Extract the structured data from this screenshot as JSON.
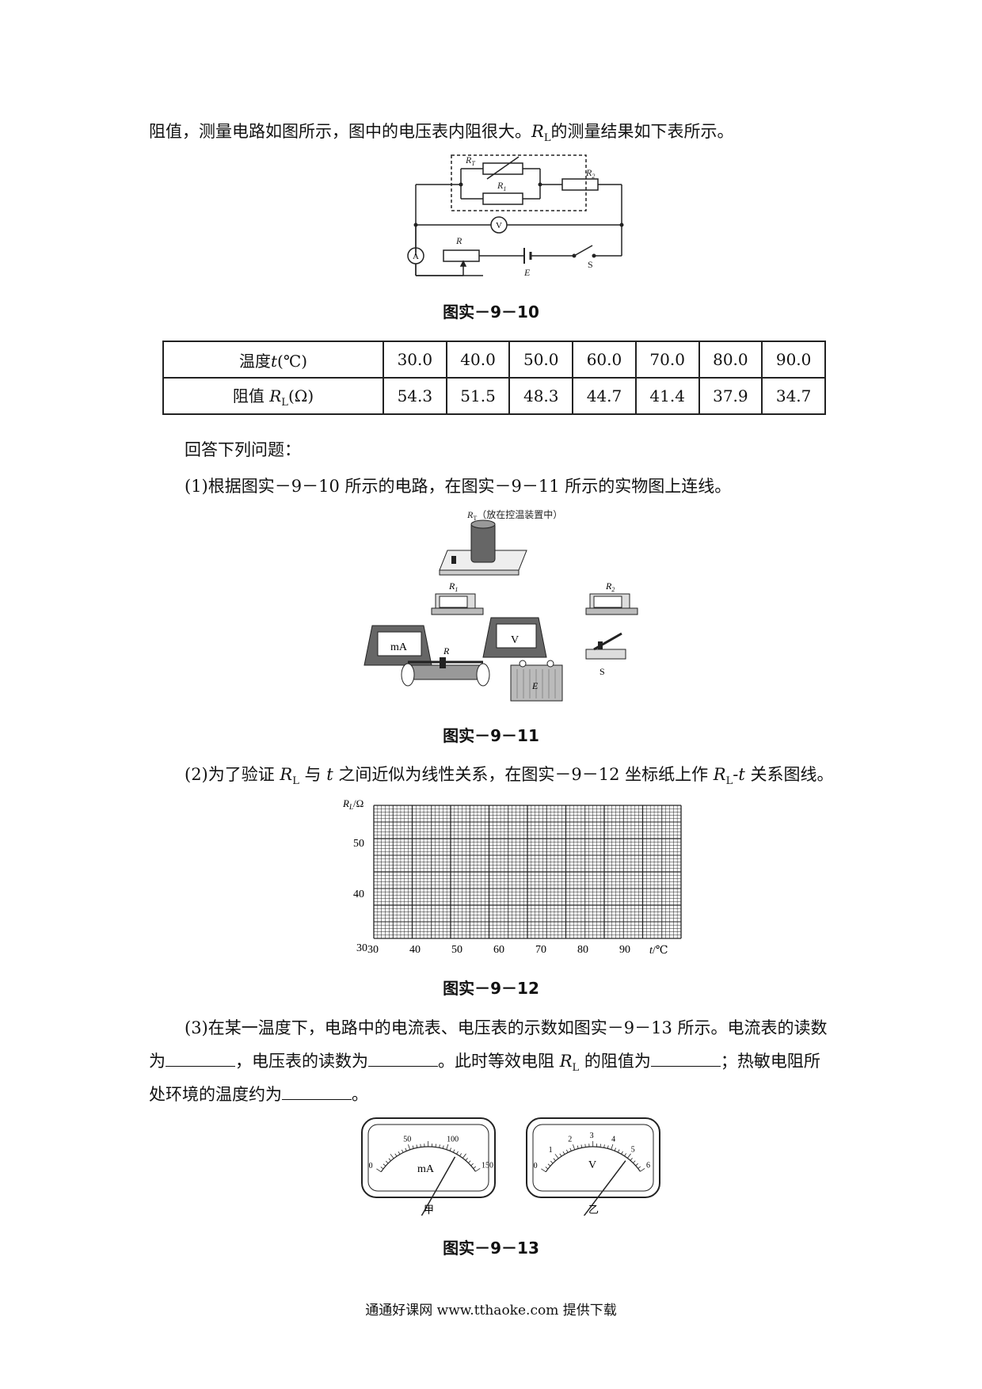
{
  "intro": {
    "text1": "阻值，测量电路如图所示，图中的电压表内阻很大。",
    "rl": "R",
    "sub": "L",
    "text2": "的测量结果如下表所示。"
  },
  "fig10": {
    "caption": "图实－9－10",
    "labels": {
      "rt": "R",
      "rt_sub": "T",
      "r1": "R",
      "r1_sub": "1",
      "r2": "R",
      "r2_sub": "2",
      "voltmeter": "V",
      "ammeter": "A",
      "rheostat": "R",
      "battery": "E",
      "switch": "S"
    }
  },
  "table": {
    "row1_label_pre": "温度",
    "row1_label_var": "t",
    "row1_label_post": "(℃)",
    "row2_label_pre": "阻值",
    "row2_label_var": "R",
    "row2_label_sub": "L",
    "row2_label_post": "(Ω)",
    "temps": [
      "30.0",
      "40.0",
      "50.0",
      "60.0",
      "70.0",
      "80.0",
      "90.0"
    ],
    "resistances": [
      "54.3",
      "51.5",
      "48.3",
      "44.7",
      "41.4",
      "37.9",
      "34.7"
    ]
  },
  "answer_prompt": "回答下列问题：",
  "q1": "(1)根据图实－9－10 所示的电路，在图实－9－11 所示的实物图上连线。",
  "fig11": {
    "caption": "图实－9－11",
    "rt_label": "R",
    "rt_sub": "T",
    "rt_note": "（放在控温装置中）",
    "r1": "R",
    "r1_sub": "1",
    "r2": "R",
    "r2_sub": "2",
    "ma": "mA",
    "v": "V",
    "r": "R",
    "e": "E",
    "s": "S"
  },
  "q2": {
    "pre": "(2)为了验证 ",
    "rl": "R",
    "sub": "L",
    "mid": " 与 ",
    "t": "t",
    "post": " 之间近似为线性关系，在图实－9－12 坐标纸上作 ",
    "rl2": "R",
    "sub2": "L",
    "dash_t": "-t",
    "end": " 关系图线。"
  },
  "fig12": {
    "caption": "图实－9－12",
    "y_label": "R",
    "y_sub": "L",
    "y_unit": "/Ω",
    "x_label": "t",
    "x_unit": "/℃",
    "y_ticks": [
      "50",
      "40",
      "30"
    ],
    "x_ticks": [
      "30",
      "40",
      "50",
      "60",
      "70",
      "80",
      "90"
    ]
  },
  "q3": {
    "line1": "(3)在某一温度下，电路中的电流表、电压表的示数如图实－9－13 所示。电流表的读数",
    "l2a": "为",
    "l2b": "，电压表的读数为",
    "l2c": "。此时等效电阻 ",
    "rl": "R",
    "sub": "L",
    "l2d": " 的阻值为",
    "l2e": "；热敏电阻所",
    "l3a": "处环境的温度约为",
    "l3b": "。"
  },
  "fig13": {
    "caption": "图实－9－13",
    "ma_unit": "mA",
    "ma_ticks": [
      "0",
      "50",
      "100",
      "150"
    ],
    "v_unit": "V",
    "v_ticks": [
      "0",
      "1",
      "2",
      "3",
      "4",
      "5",
      "6"
    ],
    "left_label": "甲",
    "right_label": "乙",
    "ma_reading_value": 115,
    "v_reading_value": 5.0
  },
  "footer": "通通好课网  www.tthaoke.com  提供下载"
}
